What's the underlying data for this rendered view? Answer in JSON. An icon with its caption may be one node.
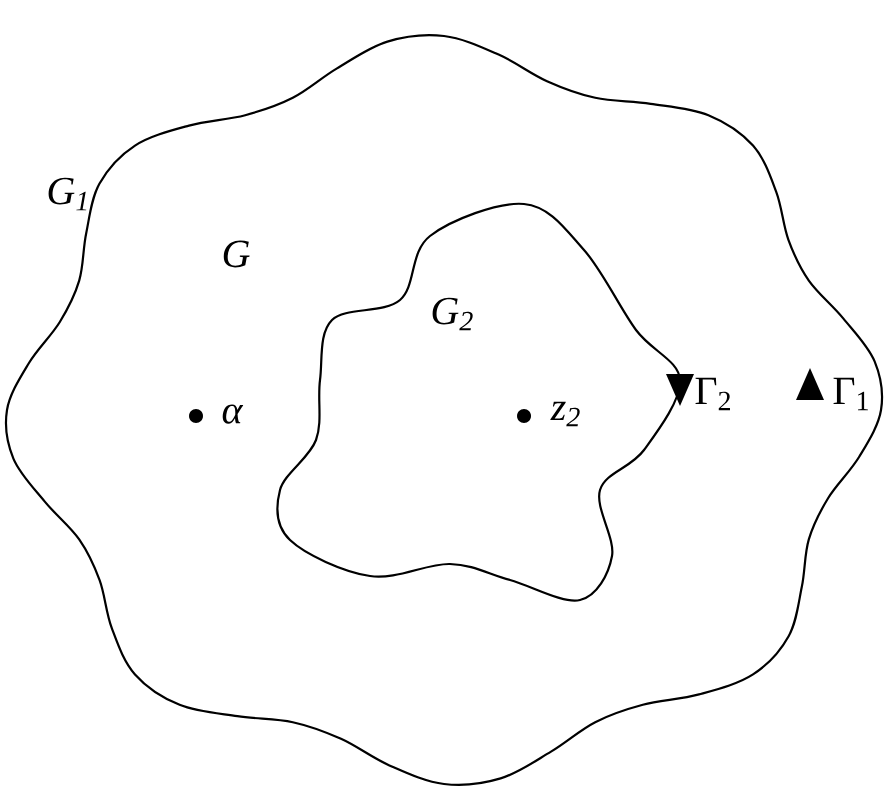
{
  "diagram": {
    "nodes": [
      {
        "text": [
          "G$_{1}$",
          "Γ$_{1}$"
        ]
      },
      {
        "text": [
          "G$_{2}$",
          "Γ$_{2}$"
        ],
        "in": 0
      }
    ],
    "labels": [
      "G",
      "α",
      "z$_{2}$"
    ]
  }
}
